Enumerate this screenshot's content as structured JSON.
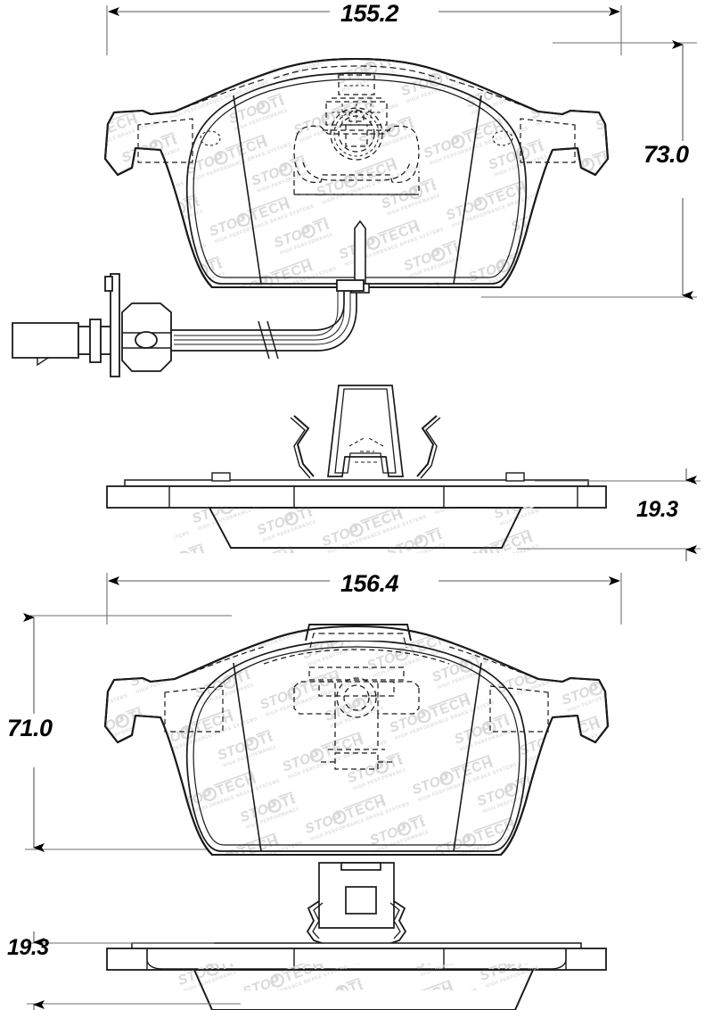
{
  "document": {
    "type": "engineering-dimension-drawing",
    "subject": "StopTech disc brake pad set",
    "background_color": "#ffffff",
    "line_color": "#1a1a1a",
    "watermark_color": "#d6d6d6",
    "units": "mm"
  },
  "brand": {
    "name": "StopTech",
    "wordmark_part1": "STOP",
    "wordmark_part2": "TECH",
    "tagline": "HIGH PERFORMANCE BRAKE SYSTEMS",
    "watermark_text": "STOPTECH HIGH PERFORMANCE BRAKE SYSTEMS"
  },
  "dimensions": {
    "pad1_length": "155.2",
    "pad1_height": "73.0",
    "pad1_thickness": "19.3",
    "pad2_length": "156.4",
    "pad2_height": "71.0",
    "pad2_thickness": "19.3"
  },
  "views": [
    {
      "id": "pad-1-face",
      "name": "Outer pad face view with wear sensor",
      "length_label": "155.2",
      "height_label": "73.0",
      "features": [
        "backing plate",
        "friction material",
        "wear sensor tab",
        "hidden-line caliper contact detail",
        "two chamfer slots",
        "end ears"
      ]
    },
    {
      "id": "pad-1-wear-sensor",
      "name": "Electrical wear sensor with connector and harness",
      "features": [
        "rectangular connector body",
        "retaining flange",
        "hex collar",
        "ribbed cable",
        "break line",
        "bend to pad tab"
      ]
    },
    {
      "id": "pad-1-edge",
      "name": "Outer pad edge view with anti-rattle spring clip",
      "thickness_label": "19.3",
      "features": [
        "spring clip",
        "shim plate",
        "backing plate",
        "tapered friction block"
      ]
    },
    {
      "id": "pad-2-face",
      "name": "Inner pad face view",
      "length_label": "156.4",
      "height_label": "71.0",
      "features": [
        "backing plate",
        "friction material",
        "locating tab",
        "hidden-line caliper contact detail",
        "two chamfer slots",
        "end ears"
      ]
    },
    {
      "id": "pad-2-edge",
      "name": "Inner pad edge view with retaining clip",
      "thickness_label": "19.3",
      "features": [
        "retaining clip",
        "shim plate",
        "backing plate",
        "tapered friction block"
      ]
    }
  ],
  "annotations": {
    "arrow_style": "solid-filled-triangle",
    "extension_line_style": "thin-solid",
    "hidden_line_style": "dashed"
  }
}
